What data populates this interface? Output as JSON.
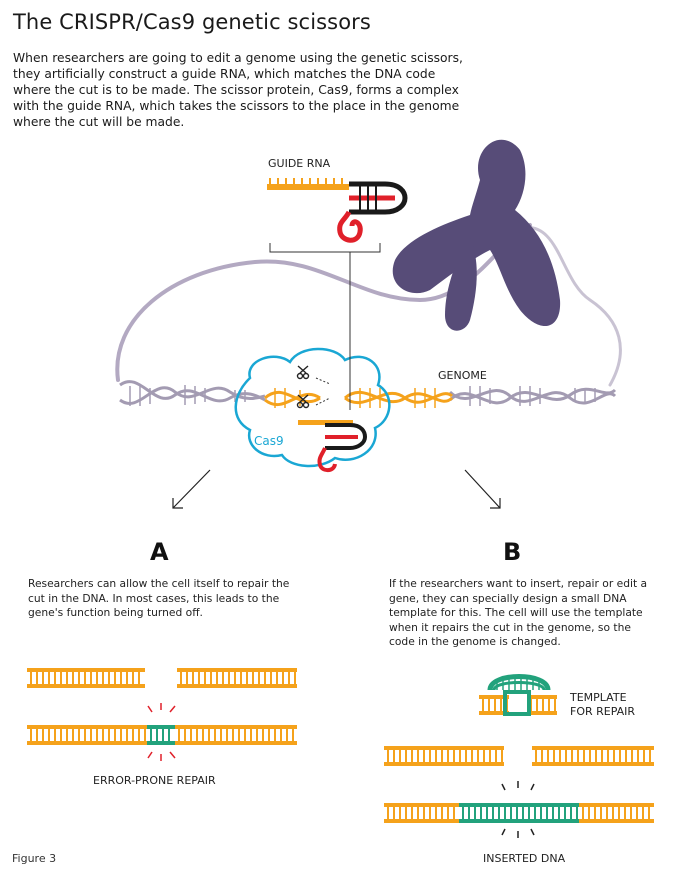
{
  "title": "The CRISPR/Cas9 genetic scissors",
  "intro": "When researchers are going to edit a genome using the genetic scissors, they artificially construct a guide RNA, which matches the DNA code where the cut is to be made. The scissor protein, Cas9, forms a complex with the guide RNA, which takes the scissors to the place in the genome where the cut will be made.",
  "labels": {
    "guide_rna": "GUIDE RNA",
    "genome": "GENOME",
    "cas9": "Cas9",
    "panel_a": "A",
    "panel_b": "B",
    "error_prone": "ERROR-PRONE REPAIR",
    "template_line1": "TEMPLATE",
    "template_line2": "FOR REPAIR",
    "inserted_dna": "INSERTED DNA"
  },
  "panel_a_text": "Researchers can allow the cell itself to repair the cut in the DNA. In most cases, this leads to the gene's function being turned off.",
  "panel_b_text": "If the researchers want to insert, repair or edit a gene, they can specially design a small DNA template for this. The cell will use the template when it repairs the cut in the genome, so the code in the genome is changed.",
  "caption": "Figure 3",
  "colors": {
    "dna_orange": "#f5a21b",
    "insert_green": "#22a27c",
    "cas9_blue": "#1aa7d4",
    "rna_red": "#e0202a",
    "chromosome": "#5a4f7a",
    "dna_grey": "#9f96ad"
  }
}
